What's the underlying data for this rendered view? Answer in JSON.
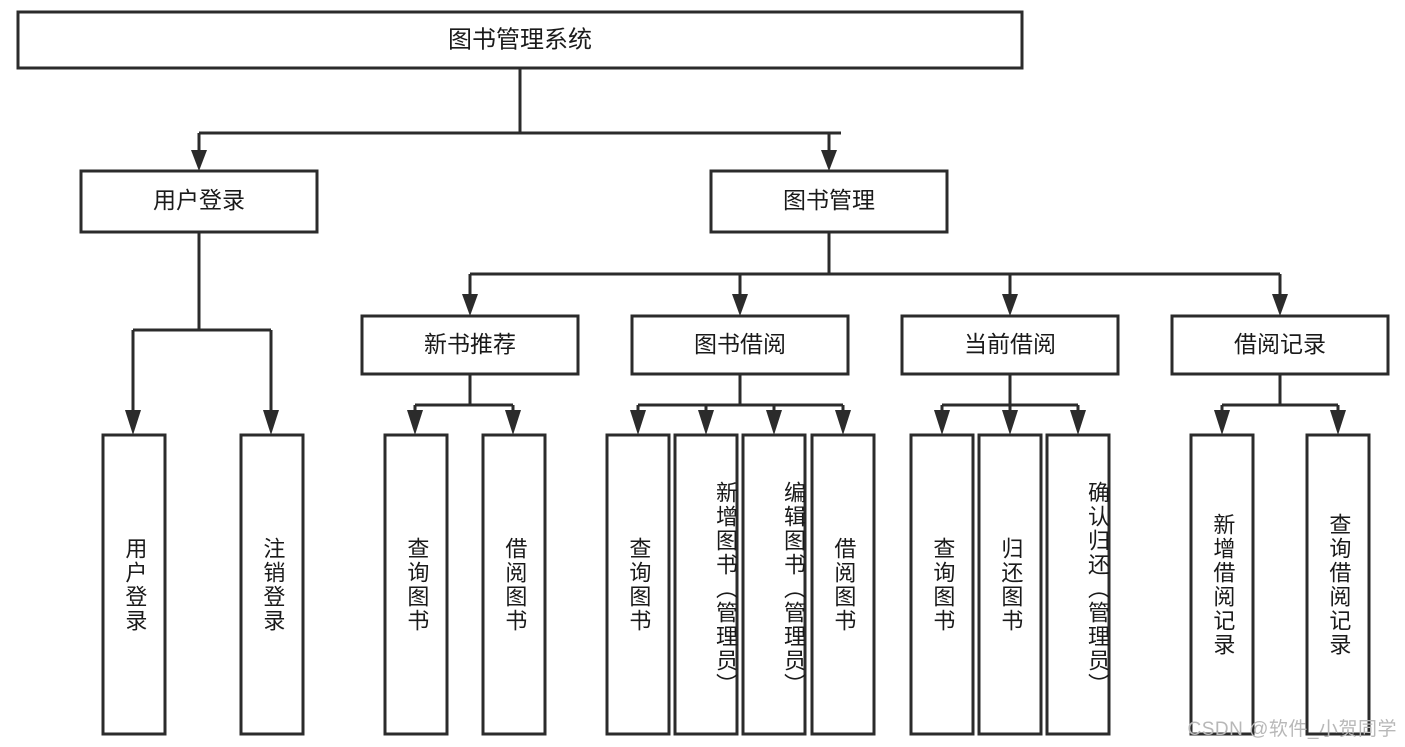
{
  "diagram": {
    "title": "图书管理系统",
    "type": "tree-hierarchy",
    "root": {
      "id": "root",
      "label": "图书管理系统"
    },
    "level1": [
      {
        "id": "user-login",
        "label": "用户登录"
      },
      {
        "id": "book-management",
        "label": "图书管理"
      }
    ],
    "level2": [
      {
        "id": "new-book-recommend",
        "label": "新书推荐",
        "parent": "book-management"
      },
      {
        "id": "book-borrow",
        "label": "图书借阅",
        "parent": "book-management"
      },
      {
        "id": "current-borrow",
        "label": "当前借阅",
        "parent": "book-management"
      },
      {
        "id": "borrow-record",
        "label": "借阅记录",
        "parent": "book-management"
      }
    ],
    "leaves": [
      {
        "id": "leaf-user-login",
        "label": "用户登录",
        "parent": "user-login"
      },
      {
        "id": "leaf-logout-login",
        "label": "注销登录",
        "parent": "user-login"
      },
      {
        "id": "leaf-query-book-1",
        "label": "查询图书",
        "parent": "new-book-recommend"
      },
      {
        "id": "leaf-borrow-book-1",
        "label": "借阅图书",
        "parent": "new-book-recommend"
      },
      {
        "id": "leaf-query-book-2",
        "label": "查询图书",
        "parent": "book-borrow"
      },
      {
        "id": "leaf-add-book",
        "label": "新增图书（管理员）",
        "parent": "book-borrow"
      },
      {
        "id": "leaf-edit-book",
        "label": "编辑图书（管理员）",
        "parent": "book-borrow"
      },
      {
        "id": "leaf-borrow-book-2",
        "label": "借阅图书",
        "parent": "book-borrow"
      },
      {
        "id": "leaf-query-book-3",
        "label": "查询图书",
        "parent": "current-borrow"
      },
      {
        "id": "leaf-return-book",
        "label": "归还图书",
        "parent": "current-borrow"
      },
      {
        "id": "leaf-confirm-return",
        "label": "确认归还（管理员）",
        "parent": "current-borrow"
      },
      {
        "id": "leaf-add-record",
        "label": "新增借阅记录",
        "parent": "borrow-record"
      },
      {
        "id": "leaf-query-record",
        "label": "查询借阅记录",
        "parent": "borrow-record"
      }
    ],
    "colors": {
      "stroke": "#2b2b2b",
      "fill": "#ffffff",
      "text": "#1a1a1a",
      "watermark": "#b8b8b8"
    }
  },
  "watermark": {
    "text": "CSDN @软件_小贺同学"
  }
}
